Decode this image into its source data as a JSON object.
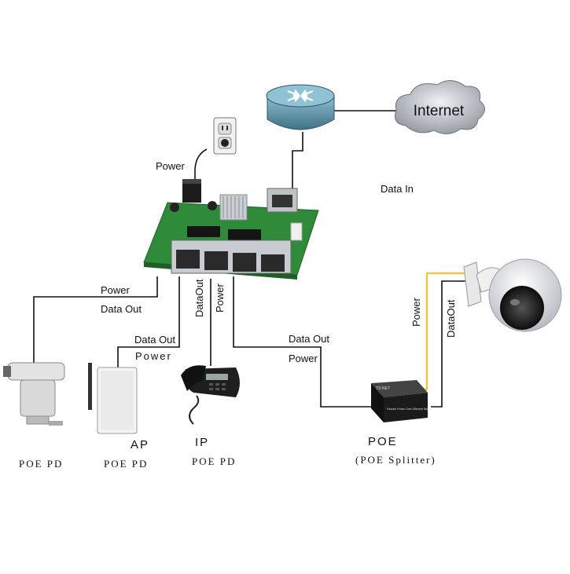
{
  "labels": {
    "power_top": "Power",
    "data_in": "Data In",
    "internet": "Internet",
    "power_left": "Power",
    "data_out_left": "Data Out",
    "dataout_vertical": "DataOut",
    "power_vertical": "Power",
    "data_out_ap": "Data Out",
    "power_ap": "Power",
    "data_out_right": "Data Out",
    "power_right": "Power",
    "power_camera_vertical": "Power",
    "dataout_camera_vertical": "DataOut"
  },
  "devices": {
    "pd1_caption": "POE PD",
    "ap_title": "AP",
    "ap_caption": "POE PD",
    "ip_title": "IP",
    "ip_caption": "POE PD",
    "poe_title": "POE",
    "poe_caption": "(POE Splitter)",
    "injector_brand": "TS-NET",
    "injector_model": "Passive Power Over Ethernet Splitter"
  },
  "colors": {
    "pcb": "#2f8a3a",
    "router": "#5f93a5",
    "cloud": "#9aa0a8",
    "wire": "#111111",
    "wire_yellow": "#e7c94a"
  }
}
